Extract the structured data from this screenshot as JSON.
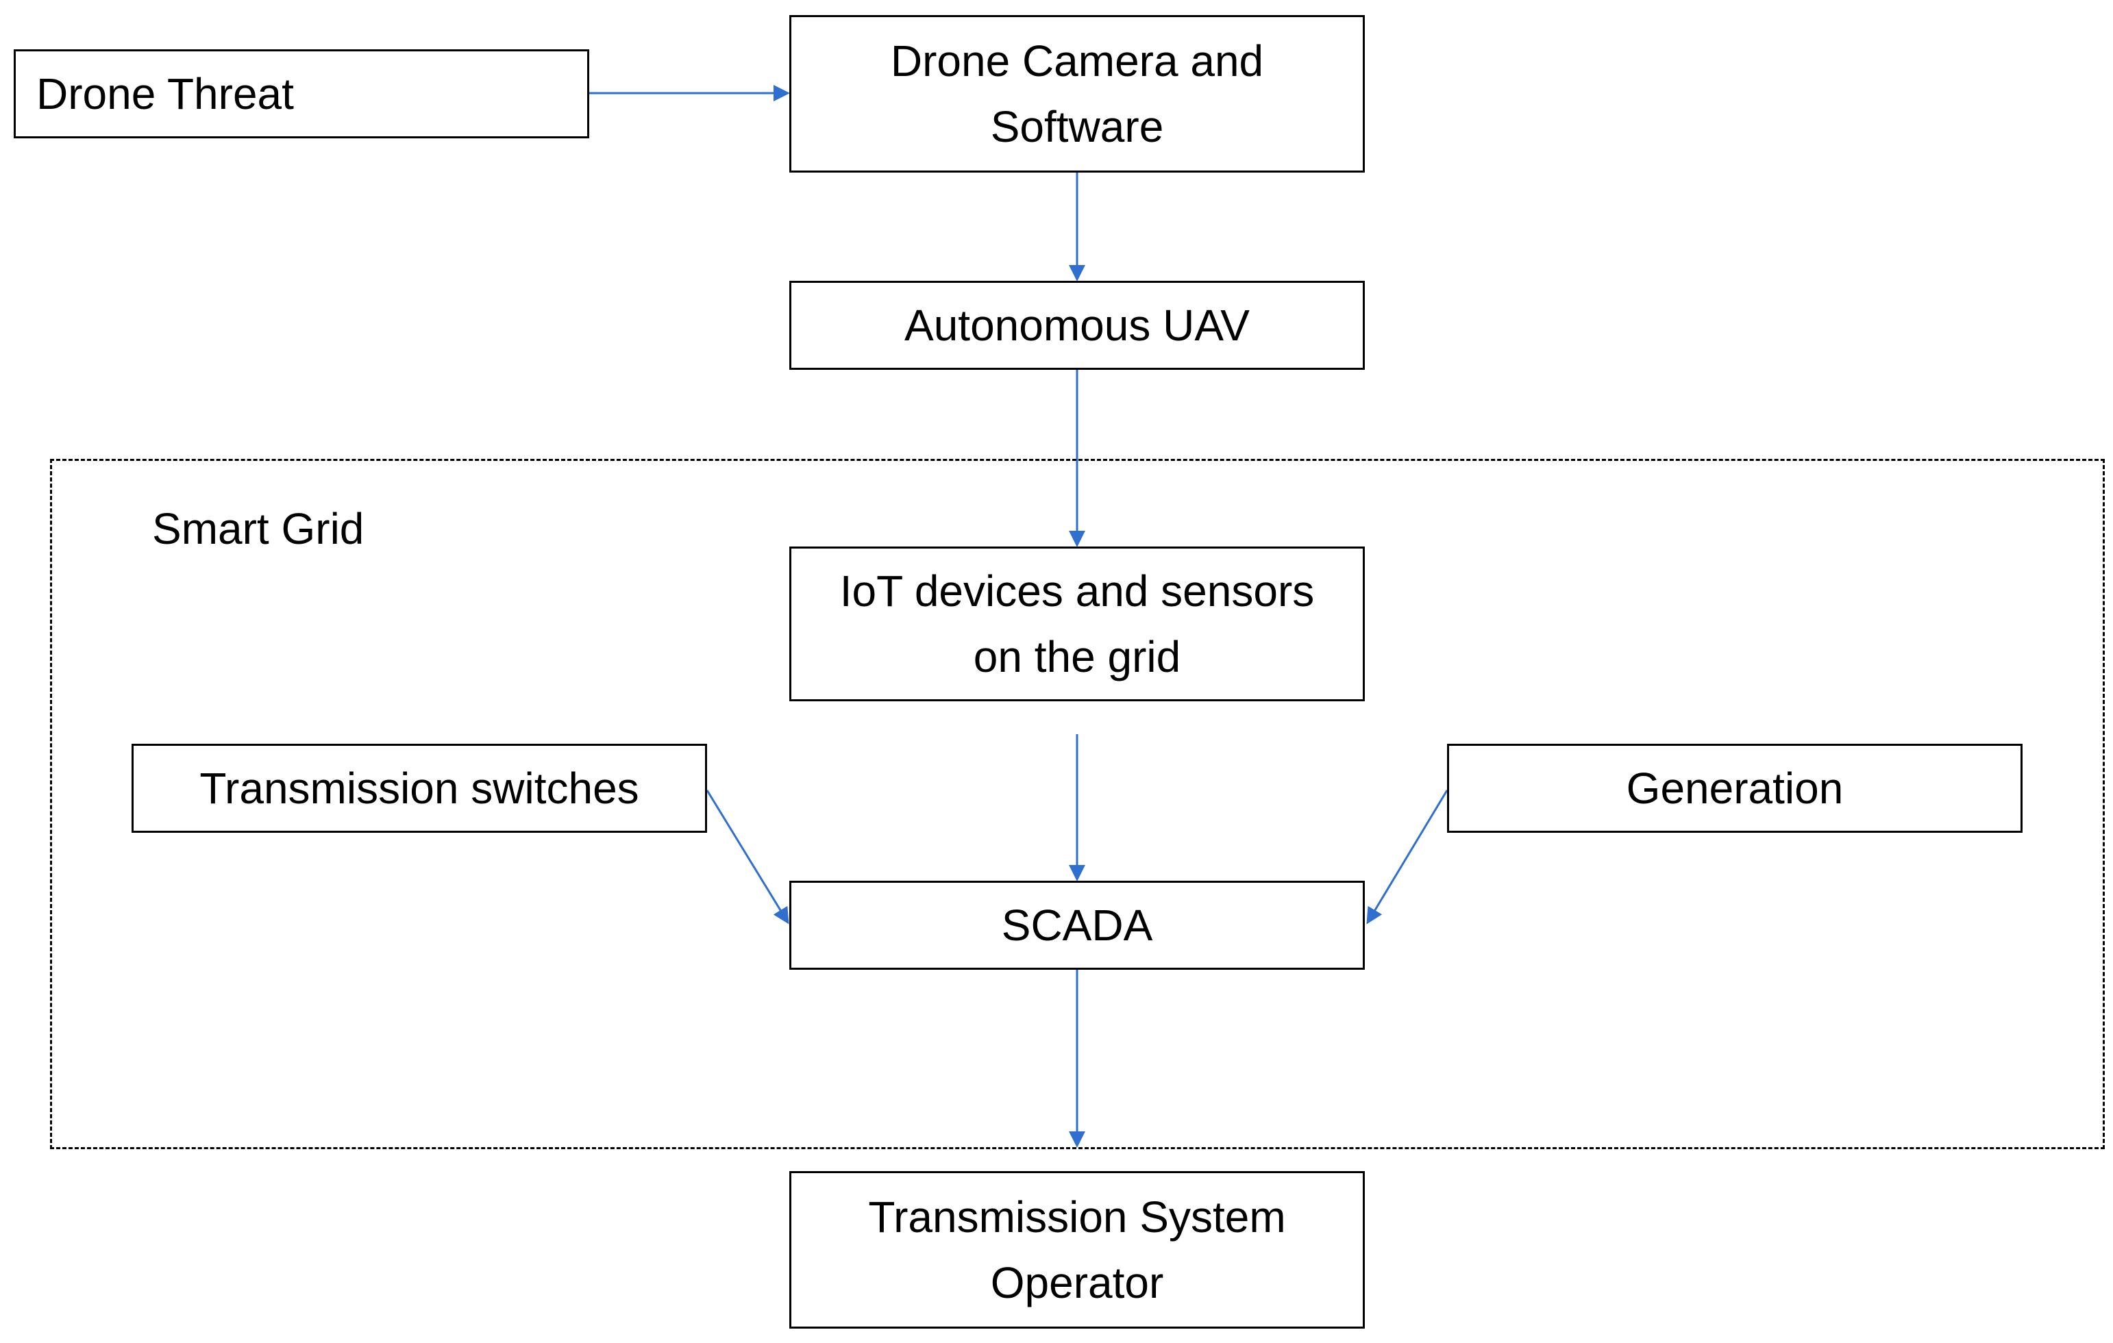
{
  "colors": {
    "arrow": "#2f6fd0",
    "border": "#000000",
    "background": "#ffffff"
  },
  "group": {
    "label": "Smart Grid"
  },
  "nodes": {
    "drone_threat": "Drone Threat",
    "drone_camera": "Drone Camera and\nSoftware",
    "autonomous_uav": "Autonomous UAV",
    "iot_devices": "IoT devices and sensors\non the grid",
    "transmission_switches": "Transmission switches",
    "generation": "Generation",
    "scada": "SCADA",
    "tso": "Transmission System\nOperator"
  },
  "edges": [
    {
      "from": "Drone Threat",
      "to": "Drone Camera and Software"
    },
    {
      "from": "Drone Camera and Software",
      "to": "Autonomous UAV"
    },
    {
      "from": "Autonomous UAV",
      "to": "IoT devices and sensors on the grid"
    },
    {
      "from": "IoT devices and sensors on the grid",
      "to": "SCADA"
    },
    {
      "from": "Transmission switches",
      "to": "SCADA"
    },
    {
      "from": "Generation",
      "to": "SCADA"
    },
    {
      "from": "SCADA",
      "to": "Transmission System Operator"
    }
  ]
}
